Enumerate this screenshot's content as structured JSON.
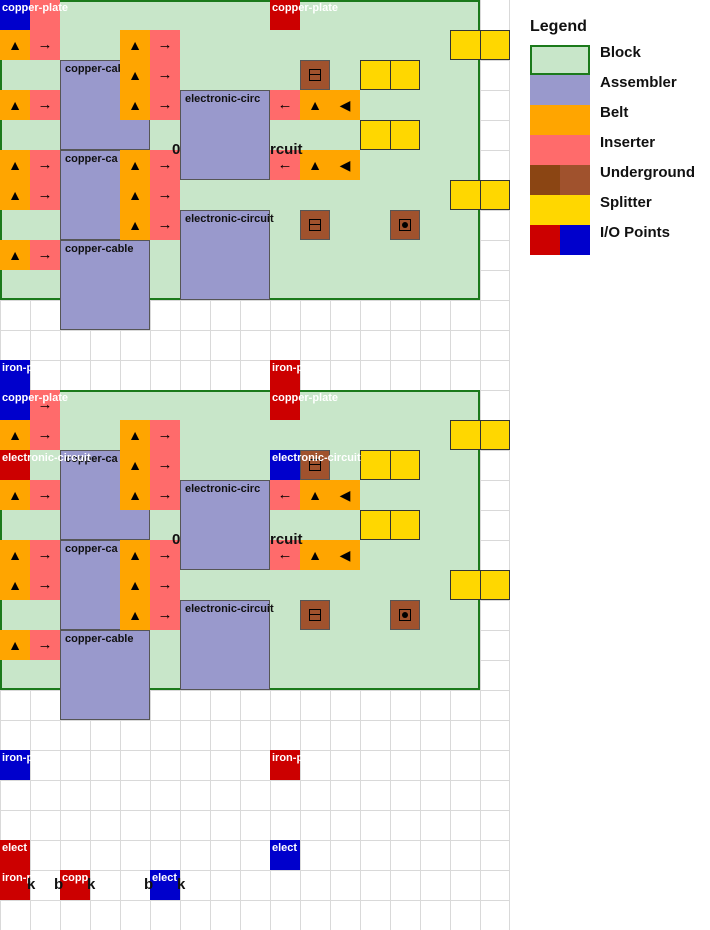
{
  "legend": {
    "title": "Legend",
    "items": [
      {
        "key": "block",
        "label": "Block",
        "colors": [
          "#c8e6c9"
        ],
        "border": "#1b7a1b"
      },
      {
        "key": "assembler",
        "label": "Assembler",
        "colors": [
          "#9999cc"
        ]
      },
      {
        "key": "belt",
        "label": "Belt",
        "colors": [
          "#ffa500"
        ]
      },
      {
        "key": "inserter",
        "label": "Inserter",
        "colors": [
          "#ff6b6b"
        ]
      },
      {
        "key": "underground",
        "label": "Underground",
        "colors": [
          "#8b4513",
          "#a0522d"
        ]
      },
      {
        "key": "splitter",
        "label": "Splitter",
        "colors": [
          "#ffd700"
        ]
      },
      {
        "key": "io_points",
        "label": "I/O Points",
        "colors": [
          "#cc0000",
          "#0000cc"
        ]
      }
    ]
  },
  "colors": {
    "block": "#c8e6c9",
    "block_border": "#1b7a1b",
    "assembler": "#9999cc",
    "belt": "#ffa500",
    "inserter": "#ff6b6b",
    "underground": "#a0522d",
    "splitter": "#ffd700",
    "io_input": "#cc0000",
    "io_output": "#0000cc",
    "grid": "#d9d9d9"
  },
  "icons": {
    "belt": "up-triangle-icon",
    "belt_left": "left-triangle-icon",
    "inserter": "arrow-icon",
    "underground_entry": "bar-square-icon",
    "underground_exit": "dot-square-icon"
  },
  "labels": {
    "copper_plate": "copper-plate",
    "iron_plate_trunc": "iron-p",
    "copper_cable": "copper-cable",
    "copper_cable_trunc": "copper-ca",
    "copper_trunc": "copp",
    "electronic_circuit": "electronic-circuit",
    "electronic_circuit_trunc": "electronic-circ",
    "elect_trunc": "elect",
    "circuit_fragment": "rcuit",
    "zero_fragment": "0",
    "block_a": "k",
    "block_b": "b"
  }
}
